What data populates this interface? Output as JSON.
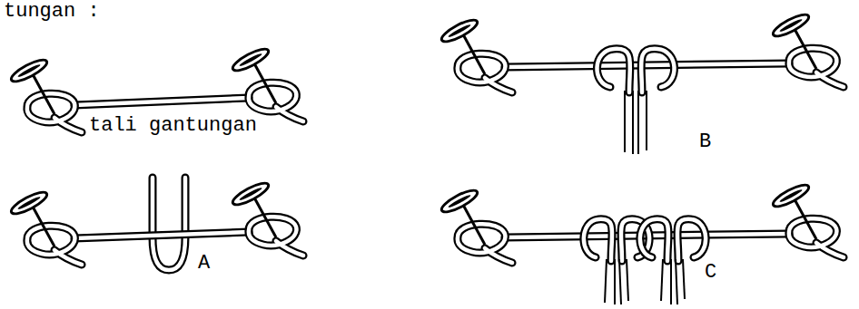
{
  "diagram": {
    "labels": [
      "tungan :",
      "tali gantungan",
      "A",
      "B",
      "C"
    ]
  }
}
